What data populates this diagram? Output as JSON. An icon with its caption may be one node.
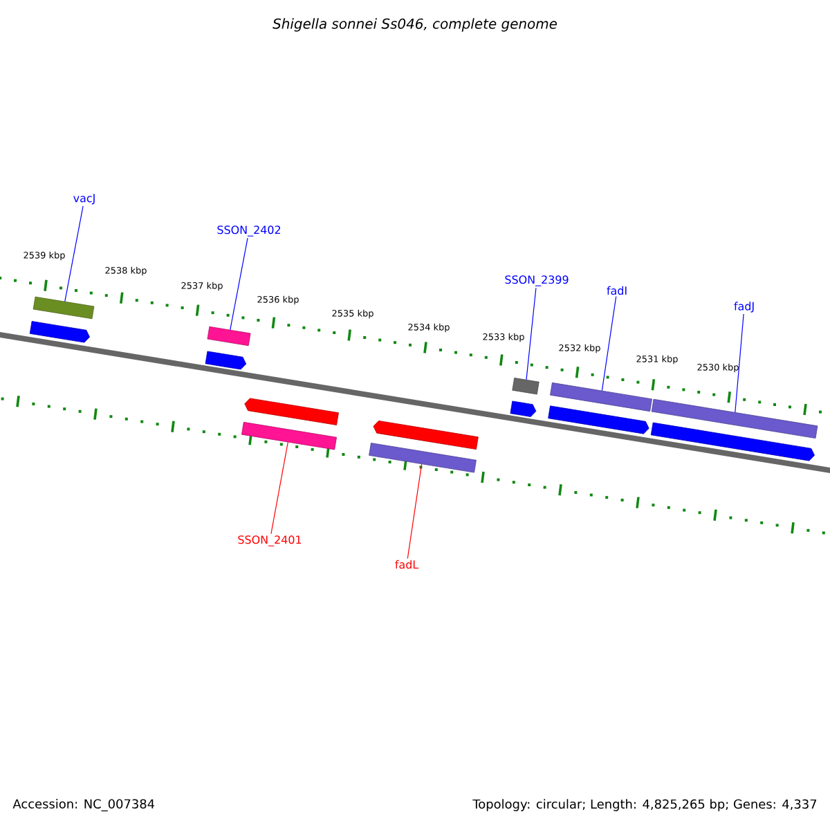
{
  "diagram": {
    "title": "Shigella sonnei Ss046, complete genome",
    "nodes": [
      {
        "text": [
          "vacJ"
        ]
      },
      {
        "text": [],
        "shape": "bar"
      },
      {
        "text": [],
        "shape": "arrow"
      },
      {
        "text": [
          "SSON_2402"
        ]
      },
      {
        "text": [],
        "shape": "bar"
      },
      {
        "text": [],
        "shape": "arrow"
      },
      {
        "text": [],
        "shape": "arrow"
      },
      {
        "text": [],
        "shape": "bar"
      },
      {
        "text": [
          "SSON_2401"
        ]
      },
      {
        "text": [],
        "shape": "arrow"
      },
      {
        "text": [],
        "shape": "bar"
      },
      {
        "text": [
          "fadL"
        ]
      },
      {
        "text": [
          "SSON_2399"
        ]
      },
      {
        "text": [],
        "shape": "bar"
      },
      {
        "text": [],
        "shape": "arrow"
      },
      {
        "text": [
          "fadI"
        ]
      },
      {
        "text": [],
        "shape": "bar"
      },
      {
        "text": [],
        "shape": "arrow"
      },
      {
        "text": [
          "fadJ"
        ]
      },
      {
        "text": [],
        "shape": "bar"
      },
      {
        "text": [],
        "shape": "arrow"
      }
    ],
    "edges": [
      {
        "from": 0,
        "to": 1,
        "arrow": "none"
      },
      {
        "from": 3,
        "to": 4,
        "arrow": "none"
      },
      {
        "from": 8,
        "to": 7,
        "arrow": "none",
        "color": "#ff0000"
      },
      {
        "from": 11,
        "to": 10,
        "arrow": "none",
        "color": "#ff0000"
      },
      {
        "from": 12,
        "to": 13,
        "arrow": "none"
      },
      {
        "from": 15,
        "to": 16,
        "arrow": "none"
      },
      {
        "from": 18,
        "to": 19,
        "arrow": "none"
      }
    ],
    "labels": [
      "2539 kbp",
      "2538 kbp",
      "2537 kbp",
      "2536 kbp",
      "2535 kbp",
      "2534 kbp",
      "2533 kbp",
      "2532 kbp",
      "2531 kbp",
      "2530 kbp",
      "Accession: NC_007384",
      "Topology: circular; Length: 4,825,265 bp; Genes: 4,337"
    ]
  }
}
